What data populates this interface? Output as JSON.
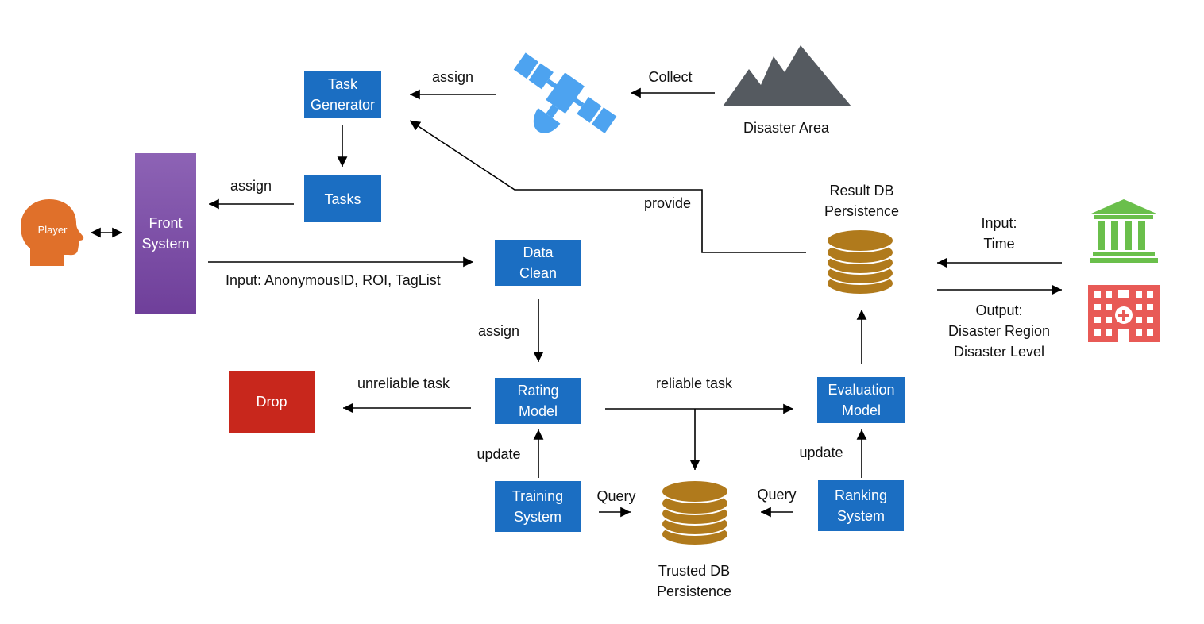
{
  "nodes": {
    "task_generator": "Task\nGenerator",
    "tasks": "Tasks",
    "front_system": "Front\nSystem",
    "data_clean": "Data\nClean",
    "rating_model": "Rating\nModel",
    "drop": "Drop",
    "evaluation_model": "Evaluation\nModel",
    "training_system": "Training\nSystem",
    "ranking_system": "Ranking\nSystem",
    "player": "Player"
  },
  "labels": {
    "assign_top": "assign",
    "collect": "Collect",
    "disaster_area": "Disaster Area",
    "assign_tasks": "assign",
    "provide": "provide",
    "result_db": "Result DB\nPersistence",
    "input_time": "Input:\nTime",
    "output": "Output:\nDisaster Region\nDisaster Level",
    "input_front": "Input: AnonymousID, ROI, TagList",
    "assign_data": "assign",
    "unreliable": "unreliable task",
    "reliable": "reliable task",
    "update_left": "update",
    "update_right": "update",
    "query_left": "Query",
    "query_right": "Query",
    "trusted_db": "Trusted DB\nPersistence"
  },
  "icons": {
    "satellite": "satellite-icon",
    "mountain": "mountain-icon",
    "player": "player-head-icon",
    "result_db": "database-icon",
    "trusted_db": "database-icon",
    "government": "government-building-icon",
    "hospital": "hospital-icon"
  },
  "colors": {
    "process": "#1b6ec2",
    "front_system": "#7c4ea6",
    "drop": "#c8271c",
    "player": "#e0702a",
    "database": "#b07a1c",
    "satellite": "#4da3f0",
    "mountain": "#555a60",
    "government": "#6abf4b",
    "hospital": "#e85a56"
  }
}
